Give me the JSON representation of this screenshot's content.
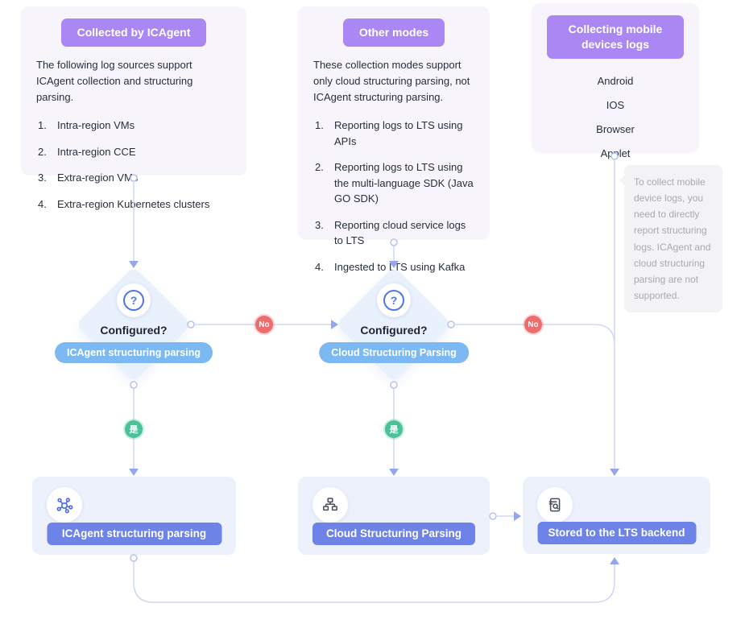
{
  "colors": {
    "header_purple": "#ab87f3",
    "pill_blue": "#7cb9f3",
    "result_blue": "#6e83e8",
    "no_red": "#ed6d6e",
    "yes_green": "#49c297",
    "line": "#cdd7f6",
    "panel_bg": "#f7f5fb",
    "box_bg": "#edf1fc"
  },
  "panels": [
    {
      "header": "Collected by ICAgent",
      "body": "The following log sources support ICAgent collection and structuring parsing.",
      "items": [
        "Intra-region VMs",
        "Intra-region CCE",
        "Extra-region VMs",
        "Extra-region Kubernetes clusters"
      ]
    },
    {
      "header": "Other modes",
      "body": "These collection modes support only cloud structuring parsing, not ICAgent structuring parsing.",
      "items": [
        "Reporting logs to LTS using APIs",
        "Reporting logs to LTS using the multi-language SDK (Java GO SDK)",
        "Reporting cloud service logs to LTS",
        "Ingested to LTS using Kafka"
      ]
    },
    {
      "header": "Collecting mobile devices logs",
      "items": [
        "Android",
        "IOS",
        "Browser",
        "Applet"
      ]
    }
  ],
  "note": {
    "text": "To collect mobile device logs, you need to directly report structuring logs. ICAgent and cloud structuring parsing are not supported."
  },
  "qmark": "?",
  "decisions": [
    {
      "question": "Configured?",
      "pill": "ICAgent structuring parsing"
    },
    {
      "question": "Configured?",
      "pill": "Cloud Structuring Parsing"
    }
  ],
  "badges": {
    "no": "No",
    "yes": "是"
  },
  "results": [
    {
      "label": "ICAgent structuring parsing",
      "icon": "molecule-icon"
    },
    {
      "label": "Cloud Structuring Parsing",
      "icon": "org-chart-icon"
    },
    {
      "label": "Stored to the LTS backend",
      "icon": "doc-search-icon"
    }
  ]
}
